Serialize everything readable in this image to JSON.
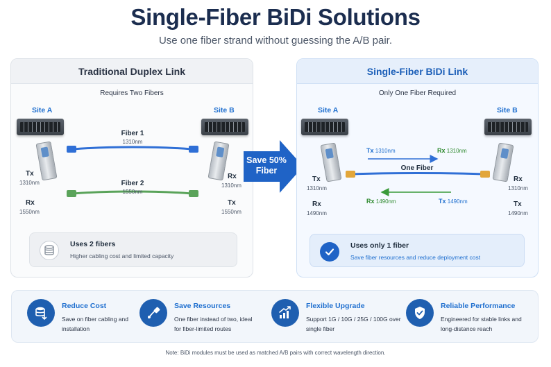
{
  "header": {
    "title": "Single-Fiber BiDi Solutions",
    "subtitle": "Use one fiber strand without guessing the A/B pair."
  },
  "left_panel": {
    "title": "Traditional Duplex Link",
    "subtitle": "Requires Two Fibers",
    "site_a": "Site A",
    "site_b": "Site B",
    "fiber1_label": "Fiber 1",
    "fiber1_wavelength": "1310nm",
    "fiber2_label": "Fiber 2",
    "fiber2_wavelength": "1550nm",
    "a_tx": "Tx",
    "a_tx_wl": "1310nm",
    "a_rx": "Rx",
    "a_rx_wl": "1550nm",
    "b_rx": "Rx",
    "b_rx_wl": "1310nm",
    "b_tx": "Tx",
    "b_tx_wl": "1550nm",
    "info_title": "Uses 2 fibers",
    "info_text": "Higher cabling cost and limited capacity",
    "info_icon": "database-icon",
    "fiber1_color": "#2f6fd6",
    "fiber2_color": "#5aa35a"
  },
  "center_arrow": {
    "line1": "Save 50%",
    "line2": "Fiber",
    "color": "#1f63c6"
  },
  "right_panel": {
    "title": "Single-Fiber BiDi Link",
    "subtitle": "Only One Fiber Required",
    "site_a": "Site A",
    "site_b": "Site B",
    "fiber_label": "One Fiber",
    "tx_top": "Tx",
    "tx_top_wl": "1310nm",
    "rx_top": "Rx",
    "rx_top_wl": "1310nm",
    "rx_bottom": "Rx",
    "rx_bottom_wl": "1490nm",
    "tx_bottom": "Tx",
    "tx_bottom_wl": "1490nm",
    "a_tx": "Tx",
    "a_tx_wl": "1310nm",
    "a_rx": "Rx",
    "a_rx_wl": "1490nm",
    "b_rx": "Rx",
    "b_rx_wl": "1310nm",
    "b_tx": "Tx",
    "b_tx_wl": "1490nm",
    "info_title": "Uses only 1 fiber",
    "info_text": "Save fiber resources and reduce deployment cost",
    "info_icon": "checkmark-icon",
    "fiber_color": "#2f6fd6",
    "top_arrow_color": "#2f6fd6",
    "bottom_arrow_color": "#3a9a3a"
  },
  "features": [
    {
      "title": "Reduce Cost",
      "desc": "Save on fiber cabling and installation",
      "icon": "database-download-icon"
    },
    {
      "title": "Save Resources",
      "desc": "One fiber instead of two, ideal for fiber-limited routes",
      "icon": "fiber-plug-icon"
    },
    {
      "title": "Flexible Upgrade",
      "desc": "Support 1G / 10G / 25G / 100G over single fiber",
      "icon": "chart-up-icon"
    },
    {
      "title": "Reliable Performance",
      "desc": "Engineered for stable links and long-distance reach",
      "icon": "shield-check-icon"
    }
  ],
  "note": "Note: BiDi modules must be used as matched A/B pairs with correct wavelength direction."
}
